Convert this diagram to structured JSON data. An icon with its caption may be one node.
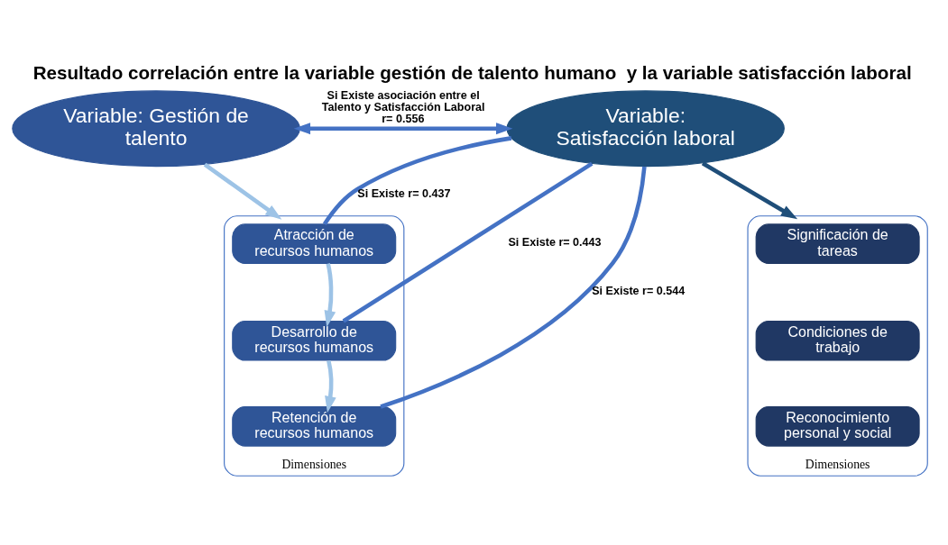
{
  "diagram": {
    "title": "Resultado correlación entre la variable gestión de talento humano  y la variable satisfacción laboral",
    "nodes": [
      {
        "text": [
          "Variable: Gestión de talento"
        ]
      },
      {
        "text": [
          "Variable: Satisfacción laboral"
        ]
      },
      {
        "text": [
          "Dimensiones"
        ]
      },
      {
        "text": [
          "Atracción de recursos humanos"
        ],
        "in": 2
      },
      {
        "text": [
          "Desarrollo de recursos humanos"
        ],
        "in": 2
      },
      {
        "text": [
          "Retención de recursos humanos"
        ],
        "in": 2
      },
      {
        "text": [
          "Dimensiones"
        ]
      },
      {
        "text": [
          "Significación de tareas"
        ],
        "in": 6
      },
      {
        "text": [
          "Condiciones de trabajo"
        ],
        "in": 6
      },
      {
        "text": [
          "Reconocimiento personal y social"
        ],
        "in": 6
      }
    ],
    "edges": [
      {
        "from": 0,
        "to": 1,
        "arrow": "both",
        "label": "Si Existe asociación entre el Talento y Satisfacción Laboral r= 0.556"
      },
      {
        "from": 0,
        "to": 2,
        "arrow": "to",
        "color": "#9dc3e6"
      },
      {
        "from": 1,
        "to": 6,
        "arrow": "to",
        "color": "#1f4e79"
      },
      {
        "from": 3,
        "to": 4,
        "arrow": "to",
        "color": "#9dc3e6"
      },
      {
        "from": 4,
        "to": 5,
        "arrow": "to",
        "color": "#9dc3e6"
      },
      {
        "from": 1,
        "to": 3,
        "arrow": "none",
        "label": "Si Existe r= 0.437"
      },
      {
        "from": 1,
        "to": 4,
        "arrow": "none",
        "label": "Si Existe r= 0.443"
      },
      {
        "from": 1,
        "to": 5,
        "arrow": "none",
        "label": "Si Existe r= 0.544"
      }
    ]
  }
}
